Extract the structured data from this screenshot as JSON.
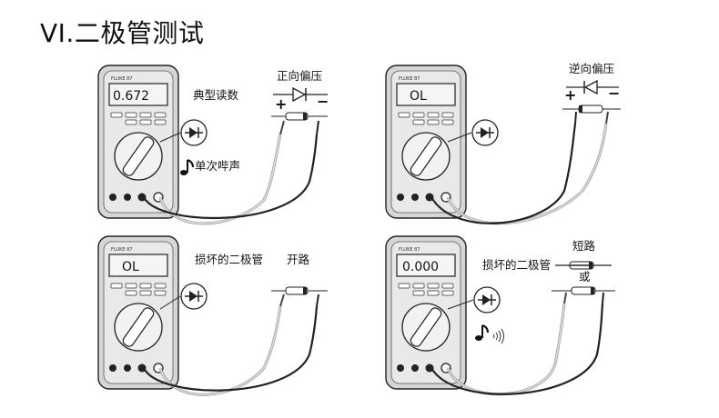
{
  "title": "VI.二极管测试",
  "colors": {
    "meter_body": "#d6d6d6",
    "meter_outline": "#222222",
    "lead_dark": "#222222",
    "lead_light": "#bdbdbd"
  },
  "panels": [
    {
      "reading": "0.672",
      "caption": "典型读数",
      "condition": "正向偏压",
      "note": "单次哔声",
      "polarity_left": "+",
      "polarity_right": "−",
      "diode": "diode-forward-icon"
    },
    {
      "reading": "OL",
      "caption": "",
      "condition": "逆向偏压",
      "note": "",
      "polarity_left": "+",
      "polarity_right": "−",
      "diode": "diode-reverse-icon"
    },
    {
      "reading": "OL",
      "caption": "损坏的二极管",
      "condition": "开路",
      "note": "",
      "diode": "diode-icon"
    },
    {
      "reading": "0.000",
      "caption": "损坏的二极管",
      "condition": "短路",
      "condition_alt": "或",
      "note": "",
      "diode": "diode-icon"
    }
  ]
}
